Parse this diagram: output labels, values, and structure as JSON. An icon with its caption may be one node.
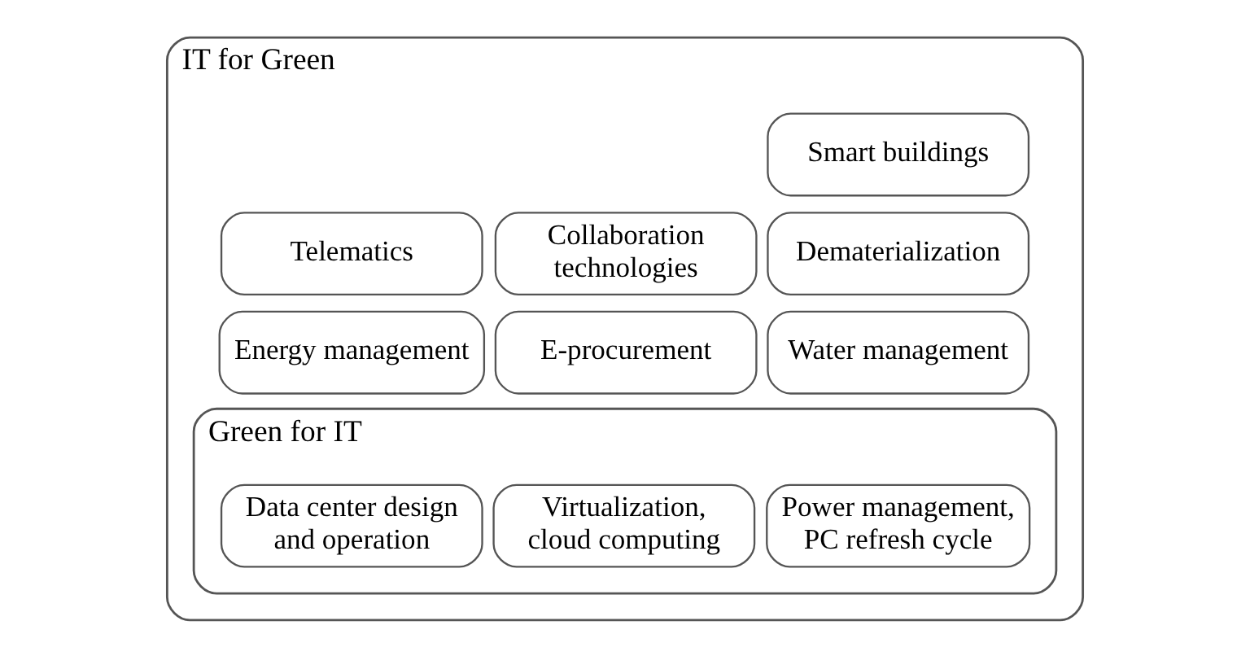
{
  "diagram": {
    "nodes": [
      {
        "text": [
          "IT for Green"
        ]
      },
      {
        "text": [
          "Smart buildings"
        ],
        "in": 0
      },
      {
        "text": [
          "Telematics"
        ],
        "in": 0
      },
      {
        "text": [
          "Collaboration technologies"
        ],
        "in": 0
      },
      {
        "text": [
          "Dematerialization"
        ],
        "in": 0
      },
      {
        "text": [
          "Energy management"
        ],
        "in": 0
      },
      {
        "text": [
          "E-procurement"
        ],
        "in": 0
      },
      {
        "text": [
          "Water management"
        ],
        "in": 0
      },
      {
        "text": [
          "Green for IT"
        ],
        "in": 0
      },
      {
        "text": [
          "Data center design and operation"
        ],
        "in": 8
      },
      {
        "text": [
          "Virtualization, cloud computing"
        ],
        "in": 8
      },
      {
        "text": [
          "Power management, PC refresh cycle"
        ],
        "in": 8
      }
    ],
    "edges": []
  }
}
